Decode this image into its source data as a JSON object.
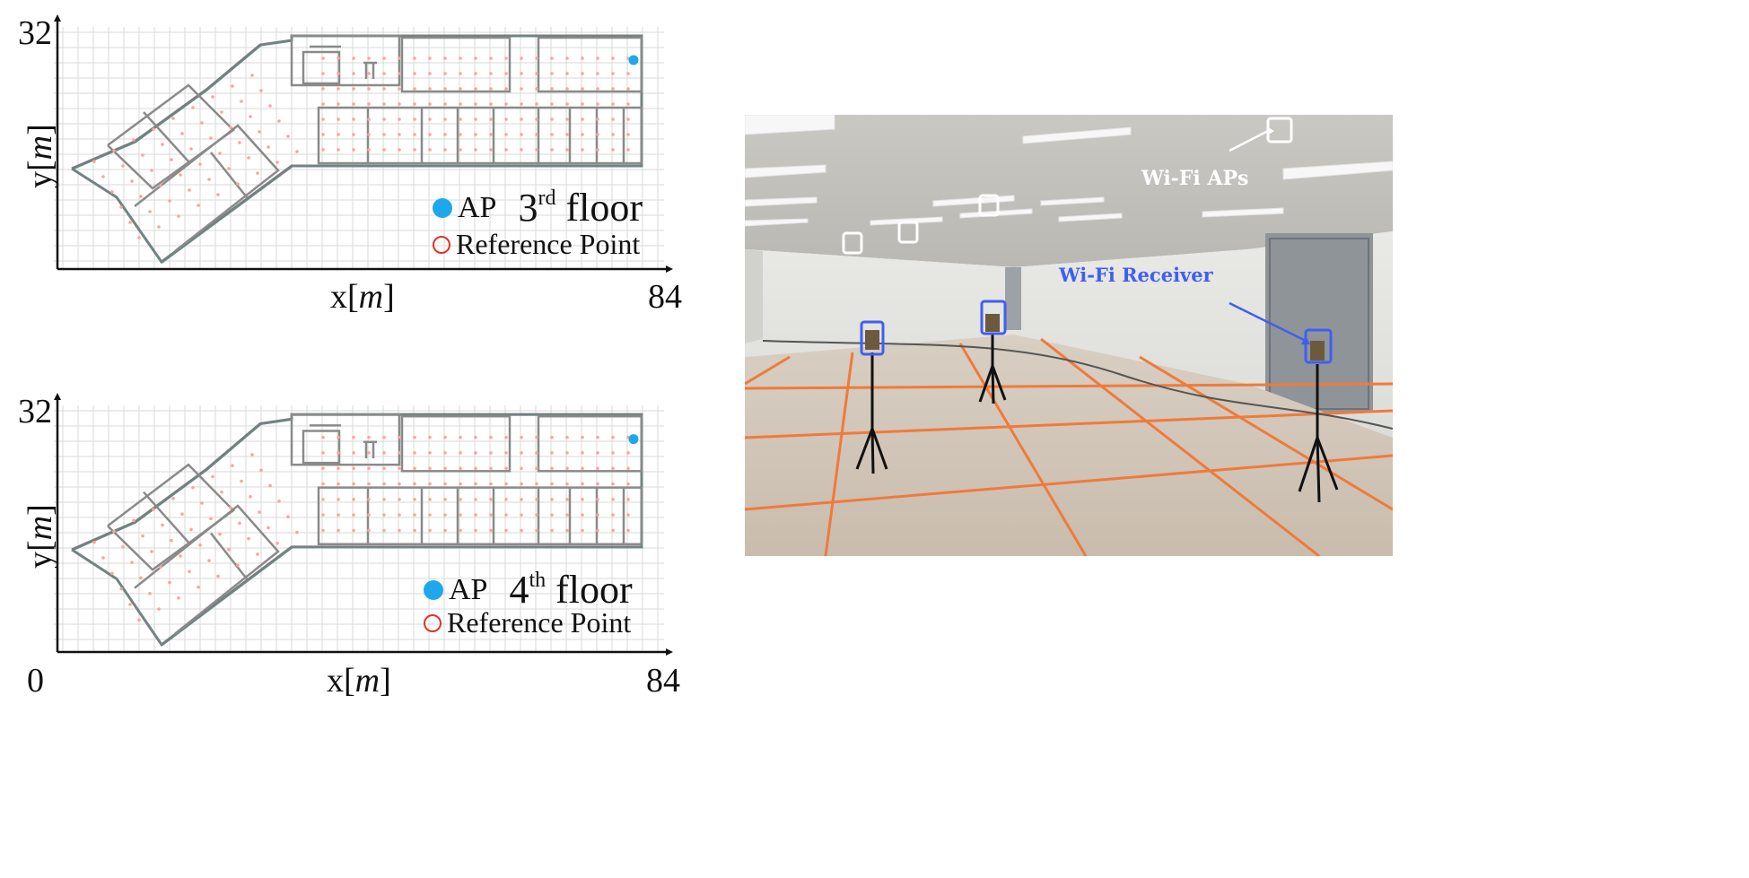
{
  "maps": [
    {
      "id": "floor-3",
      "y_max": "32",
      "x_max": "84",
      "y_label": "y",
      "x_label": "x",
      "unit": "m",
      "legend": {
        "ap": "AP",
        "floor_num": "3",
        "floor_sup": "rd",
        "floor_word": "floor",
        "ref": "Reference Point"
      }
    },
    {
      "id": "floor-4",
      "y_max": "32",
      "x_max": "84",
      "x_min": "0",
      "y_label": "y",
      "x_label": "x",
      "unit": "m",
      "legend": {
        "ap": "AP",
        "floor_num": "4",
        "floor_sup": "th",
        "floor_word": "floor",
        "ref": "Reference Point"
      }
    }
  ],
  "photo": {
    "ap_label": "Wi-Fi APs",
    "receiver_label": "Wi-Fi Receiver"
  },
  "colors": {
    "ap": "#1ea7ec",
    "reference_point": "#e0322c",
    "receiver_box": "#3f5ff0",
    "ap_box": "#ffffff",
    "floor_lines": "#f07a3a"
  }
}
